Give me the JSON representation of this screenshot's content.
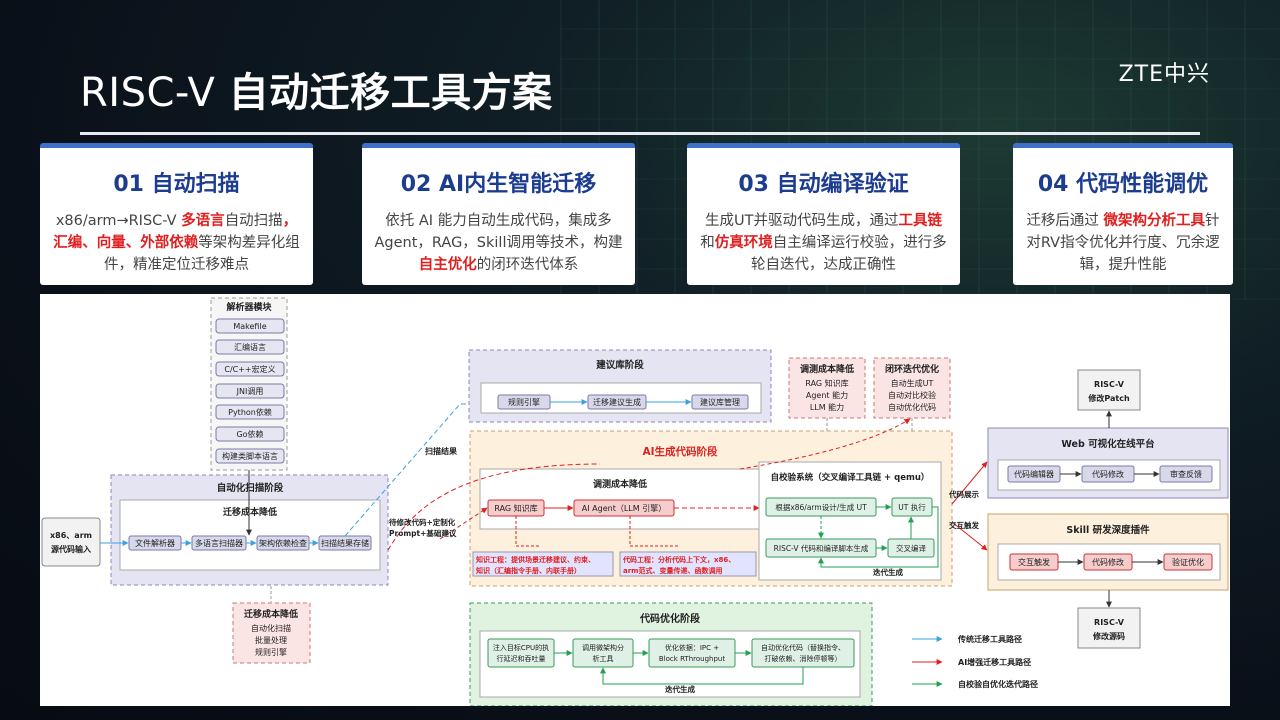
{
  "header": {
    "title_part1": "RISC-V ",
    "title_part2": "自动迁移工具方案",
    "logo": "ZTE中兴"
  },
  "cards": [
    {
      "title": "01 自动扫描",
      "runs": [
        {
          "t": "x86/arm→RISC-V "
        },
        {
          "t": "多语言",
          "hl": true
        },
        {
          "t": "自动扫描"
        },
        {
          "t": "，汇编、向量、外部依赖",
          "hl": true
        },
        {
          "t": "等架构差异化组件，精准定位迁移难点"
        }
      ]
    },
    {
      "title": "02 AI内生智能迁移",
      "runs": [
        {
          "t": "依托 AI 能力自动生成代码，集成多Agent，RAG，Skill调用等技术，构建"
        },
        {
          "t": "自主优化",
          "hl": true
        },
        {
          "t": "的闭环迭代体系"
        }
      ]
    },
    {
      "title": "03 自动编译验证",
      "runs": [
        {
          "t": "生成UT并驱动代码生成，通过"
        },
        {
          "t": "工具链",
          "hl": true
        },
        {
          "t": "和"
        },
        {
          "t": "仿真环境",
          "hl": true
        },
        {
          "t": "自主编译运行校验，进行多轮自迭代，达成正确性"
        }
      ]
    },
    {
      "title": "04 代码性能调优",
      "runs": [
        {
          "t": "迁移后通过 "
        },
        {
          "t": "微架构分析工具",
          "hl": true
        },
        {
          "t": "针对RV指令优化并行度、冗余逻辑，提升性能"
        }
      ]
    }
  ],
  "colors": {
    "blue": "#3aa0e0",
    "red": "#e02020",
    "green": "#22a050",
    "accent": "#3f6fc9"
  },
  "diagram": {
    "parser": {
      "title": "解析器模块",
      "items": [
        "Makefile",
        "汇编语言",
        "C/C++宏定义",
        "JNI调用",
        "Python依赖",
        "Go依赖",
        "构建类脚本语言"
      ]
    },
    "input": [
      "x86、arm",
      "源代码输入"
    ],
    "scan_stage": {
      "title": "自动化扫描阶段",
      "sub": "迁移成本降低",
      "steps": [
        "文件解析器",
        "多语言扫描器",
        "架构依赖检查",
        "扫描结果存储"
      ]
    },
    "scan_cost": {
      "title": "迁移成本降低",
      "items": [
        "自动化扫描",
        "批量处理",
        "规则引擎"
      ]
    },
    "scan_result_label": "扫描结果",
    "pending_label": [
      "待修改代码+定制化",
      "Prompt+基础建议"
    ],
    "suggest_stage": {
      "title": "建议库阶段",
      "steps": [
        "规则引擎",
        "迁移建议生成",
        "建议库管理"
      ]
    },
    "tune_cost": {
      "title": "调测成本降低",
      "items": [
        "RAG 知识库",
        "Agent 能力",
        "LLM 能力"
      ]
    },
    "closed_loop": {
      "title": "闭环迭代优化",
      "items": [
        "自动生成UT",
        "自动对比校验",
        "自动优化代码"
      ]
    },
    "ai_stage": {
      "title": "AI生成代码阶段",
      "sub": "调测成本降低",
      "rag": "RAG 知识库",
      "agent": "AI Agent（LLM 引擎）",
      "note1": [
        "知识工程：提供场景迁移建议、约束、",
        "知识（汇编指令手册、内联手册）"
      ],
      "note2": [
        "代码工程：分析代码上下文，x86、",
        "arm范式、变量传递、函数调用"
      ]
    },
    "verify": {
      "title": "自校验系统（交叉编译工具链 + qemu）",
      "gen_ut": "根据x86/arm设计/生成 UT",
      "ut_exec": "UT 执行",
      "riscv_gen": "RISC-V 代码和编译脚本生成",
      "cross": "交叉编译",
      "iter": "迭代生成"
    },
    "web": {
      "title": "Web 可视化在线平台",
      "steps": [
        "代码编辑器",
        "代码修改",
        "审查反馈"
      ]
    },
    "skill": {
      "title": "Skill 研发深度插件",
      "steps": [
        "交互触发",
        "代码修改",
        "验证优化"
      ]
    },
    "patch": [
      "RISC-V",
      "修改Patch"
    ],
    "source": [
      "RISC-V",
      "修改源码"
    ],
    "code_show": "代码展示",
    "interact_trigger": "交互触发",
    "opt_stage": {
      "title": "代码优化阶段",
      "steps": [
        [
          "注入目标CPU的执",
          "行延迟和吞吐量"
        ],
        [
          "调用微架构分",
          "析工具"
        ],
        [
          "优化依据：IPC +",
          "Block RThroughput"
        ],
        [
          "自动优化代码（替换指令、",
          "打破依赖、消除停顿等）"
        ]
      ],
      "iter": "迭代生成"
    },
    "legend": [
      {
        "label": "传统迁移工具路径",
        "color": "#3aa0e0"
      },
      {
        "label": "AI增强迁移工具路径",
        "color": "#e02020"
      },
      {
        "label": "自校验自优化迭代路径",
        "color": "#22a050"
      }
    ]
  }
}
